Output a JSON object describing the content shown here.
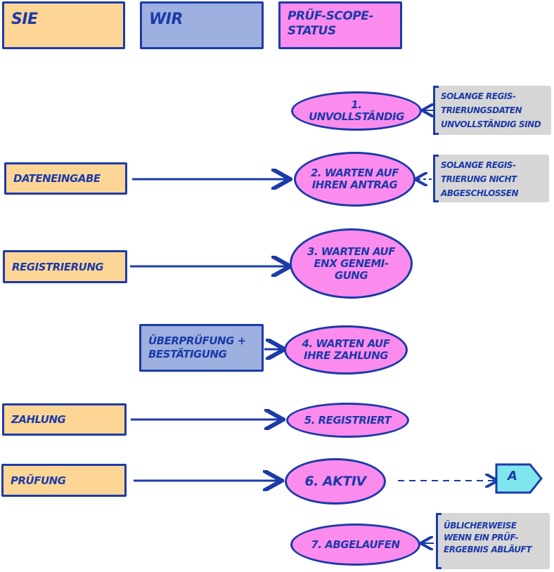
{
  "columns": {
    "sie": "Sie",
    "wir": "Wir",
    "status": "Prüf-Scope-\nStatus"
  },
  "steps": {
    "dateneingabe": "Dateneingabe",
    "registrierung": "Registrierung",
    "ueberpruefung": "Überprüfung +\nBestätigung",
    "zahlung": "Zahlung",
    "pruefung": "Prüfung"
  },
  "statuses": [
    "1. Unvollständig",
    "2. Warten auf\nihren Antrag",
    "3. Warten auf\nENX Genemi-\ngung",
    "4. Warten auf\nihre Zahlung",
    "5. Registriert",
    "6. Aktiv",
    "7. Abgelaufen"
  ],
  "notes": {
    "n1": "Solange Regis-\ntrierungsdaten\nunvollständig sind",
    "n2": "Solange Regis-\ntrierung nicht\nabgeschlossen",
    "n7": "Üblicherweise\nwenn ein Prüf-\nergebnis abläuft"
  },
  "connector": "A",
  "colors": {
    "stroke": "#1c3aa8",
    "orange": "#fdd696",
    "blue": "#9db0df",
    "pink": "#fb8ced",
    "note": "#d6d6d6",
    "connector": "#7fe6ee"
  }
}
